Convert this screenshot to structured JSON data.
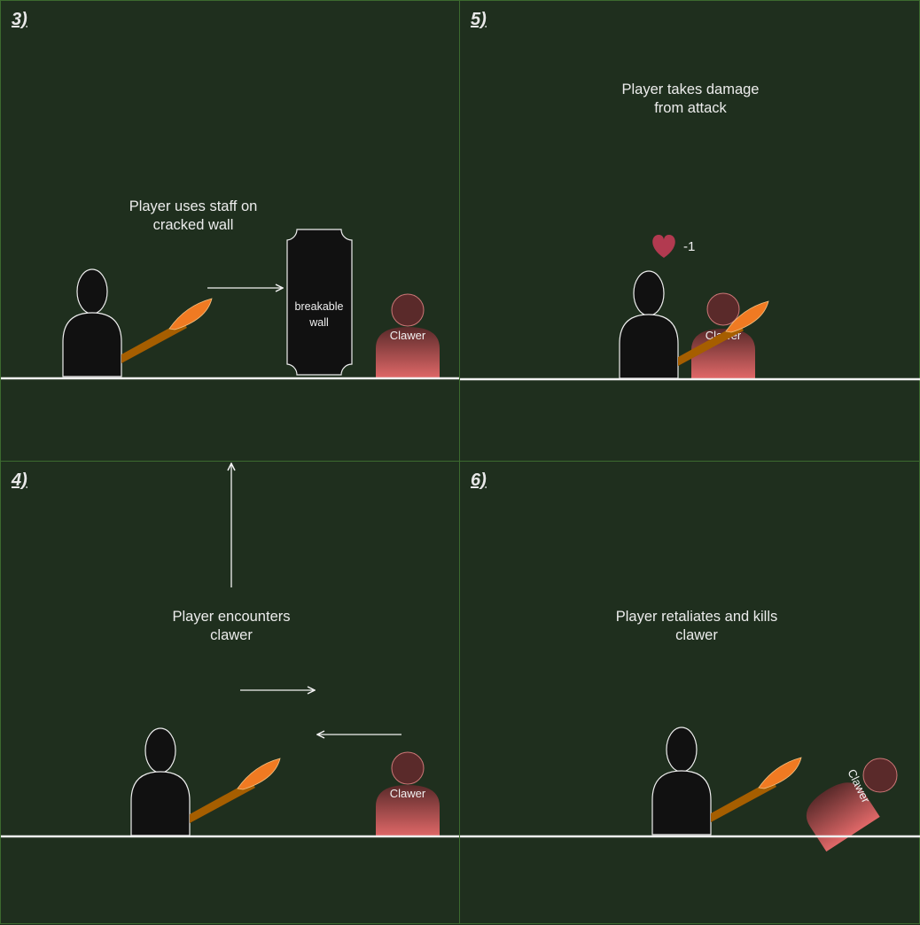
{
  "panels": [
    {
      "number": "3)",
      "caption": "Player uses staff on\ncracked wall",
      "wall_label": "breakable\nwall",
      "enemy_label": "Clawer"
    },
    {
      "number": "5)",
      "caption": "Player takes damage\nfrom attack",
      "damage_text": "-1",
      "enemy_label": "Clawer"
    },
    {
      "number": "4)",
      "caption": "Player encounters\nclawer",
      "enemy_label": "Clawer"
    },
    {
      "number": "6)",
      "caption": "Player retaliates and kills\nclawer",
      "enemy_label": "Clawer"
    }
  ],
  "colors": {
    "background": "#1f2f1e",
    "panel_border": "#3c6a2f",
    "player": "#111111",
    "staff_shaft": "#a65e00",
    "staff_flame": "#f07a22",
    "enemy_top": "#5a2a2a",
    "enemy_bottom": "#e06868",
    "heart": "#b23a50",
    "line": "#f2f2f2"
  }
}
